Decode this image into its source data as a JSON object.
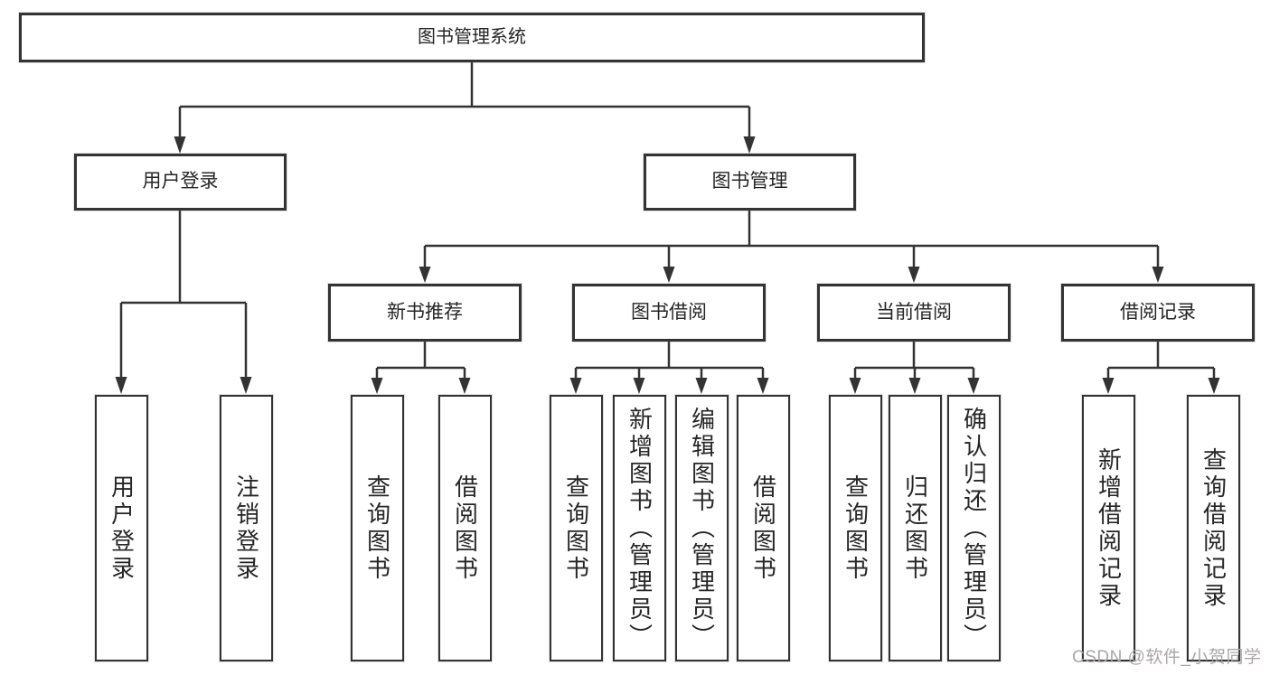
{
  "diagram_title": "图书管理系统",
  "tree": {
    "root": {
      "label": "图书管理系统",
      "children": [
        {
          "label": "用户登录",
          "children": [
            {
              "label": "用户登录"
            },
            {
              "label": "注销登录"
            }
          ]
        },
        {
          "label": "图书管理",
          "children": [
            {
              "label": "新书推荐",
              "children": [
                {
                  "label": "查询图书"
                },
                {
                  "label": "借阅图书"
                }
              ]
            },
            {
              "label": "图书借阅",
              "children": [
                {
                  "label": "查询图书"
                },
                {
                  "label": "新增图书（管理员）"
                },
                {
                  "label": "编辑图书（管理员）"
                },
                {
                  "label": "借阅图书"
                }
              ]
            },
            {
              "label": "当前借阅",
              "children": [
                {
                  "label": "查询图书"
                },
                {
                  "label": "归还图书"
                },
                {
                  "label": "确认归还（管理员）"
                }
              ]
            },
            {
              "label": "借阅记录",
              "children": [
                {
                  "label": "新增借阅记录"
                },
                {
                  "label": "查询借阅记录"
                }
              ]
            }
          ]
        }
      ]
    }
  },
  "watermark": {
    "text": "CSDN @软件_小贺同学"
  },
  "colors": {
    "background": "#ffffff",
    "line": "#333333",
    "box_border": "#333333",
    "text": "#262626",
    "watermark": "#aba6a6"
  }
}
